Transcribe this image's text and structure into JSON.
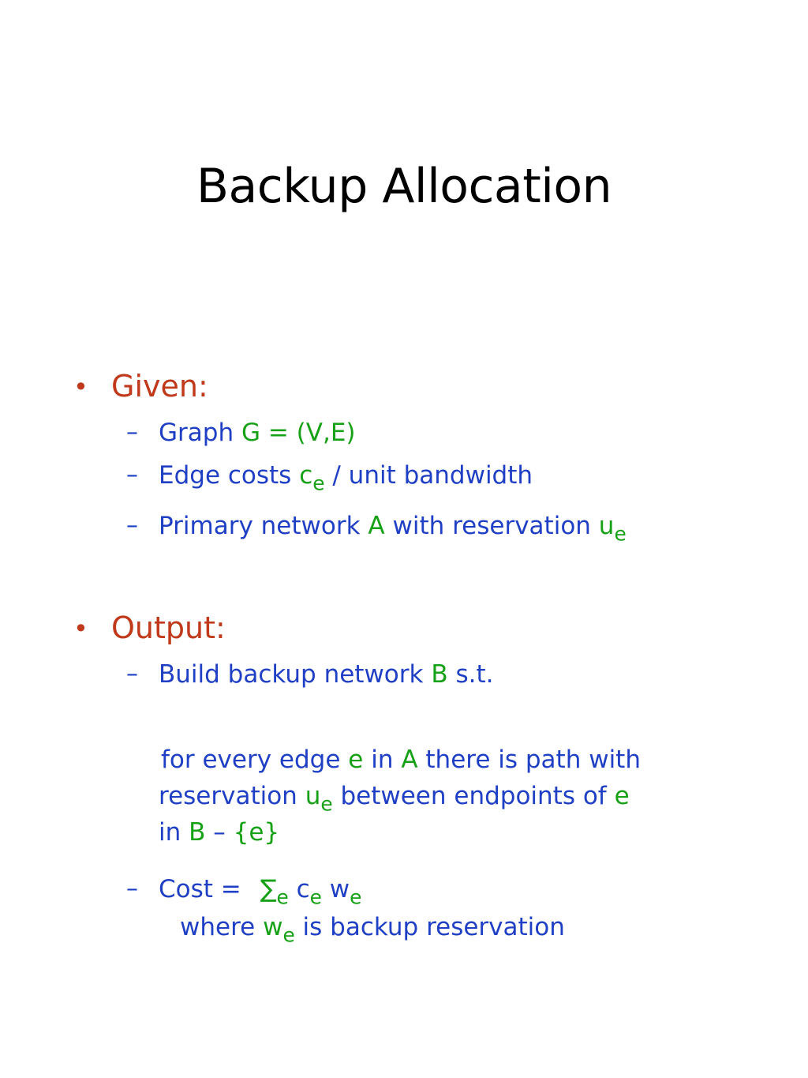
{
  "slide": {
    "title": "Backup Allocation"
  },
  "given": {
    "bullet": "•",
    "heading": "Given:",
    "dash": "–",
    "graph": {
      "label": "Graph ",
      "value": "G = (V,E)"
    },
    "edge_costs": {
      "label": "Edge costs ",
      "var": "c",
      "sub": "e",
      "rest": " / unit bandwidth"
    },
    "primary": {
      "label": "Primary network ",
      "var": "A",
      "mid": " with reservation ",
      "var2": "u",
      "sub": "e"
    }
  },
  "output": {
    "bullet": "•",
    "heading": "Output:",
    "dash": "–",
    "build": {
      "label": "Build backup network ",
      "var": "B",
      "rest": " s.t."
    },
    "condition": {
      "p1": "for every edge ",
      "e1": "e",
      "p2": " in ",
      "a": "A",
      "p3": " there is path with",
      "p4": "reservation ",
      "u": "u",
      "usub": "e",
      "p5": " between endpoints of ",
      "e2": "e",
      "p6": "in ",
      "b": "B",
      "p7": " – ",
      "set": "{e}"
    },
    "cost": {
      "label": "Cost = ",
      "sigma": "∑",
      "sigma_sub": "e",
      "c": " c",
      "c_sub": "e",
      "w": " w",
      "w_sub": "e",
      "where": "where ",
      "w2": "w",
      "w2_sub": "e",
      "rest": " is backup reservation"
    }
  },
  "colors": {
    "heading": "#c0391b",
    "text": "#1f3fc4",
    "variable": "#17a117",
    "title": "#000000"
  }
}
